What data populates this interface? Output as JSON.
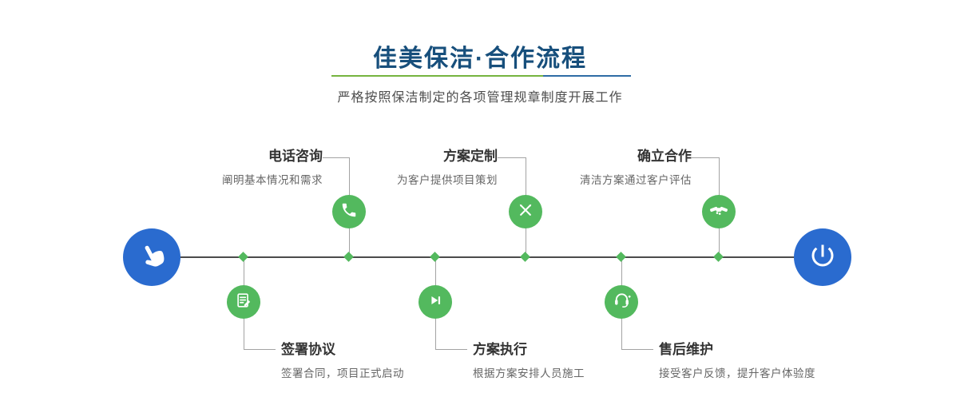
{
  "header": {
    "title": "佳美保洁·合作流程",
    "subtitle": "严格按照保洁制定的各项管理规章制度开展工作"
  },
  "colors": {
    "title_blue": "#174f7c",
    "divider_green": "#76b43f",
    "divider_blue": "#2e6ca5",
    "step_green": "#53b95e",
    "endpoint_blue": "#2a6bcf",
    "timeline_gray": "#4b4b4b"
  },
  "timeline": {
    "start_icon": "pointing-hand-icon",
    "end_icon": "power-icon",
    "steps": [
      {
        "title": "电话咨询",
        "desc": "阐明基本情况和需求",
        "icon": "phone-icon",
        "position": "top"
      },
      {
        "title": "方案定制",
        "desc": "为客户提供项目策划",
        "icon": "pen-tools-icon",
        "position": "top"
      },
      {
        "title": "确立合作",
        "desc": "清洁方案通过客户评估",
        "icon": "handshake-icon",
        "position": "top"
      },
      {
        "title": "签署协议",
        "desc": "签署合同，项目正式启动",
        "icon": "document-icon",
        "position": "bottom"
      },
      {
        "title": "方案执行",
        "desc": "根据方案安排人员施工",
        "icon": "play-icon",
        "position": "bottom"
      },
      {
        "title": "售后维护",
        "desc": "接受客户反馈，提升客户体验度",
        "icon": "headset-icon",
        "position": "bottom"
      }
    ]
  }
}
